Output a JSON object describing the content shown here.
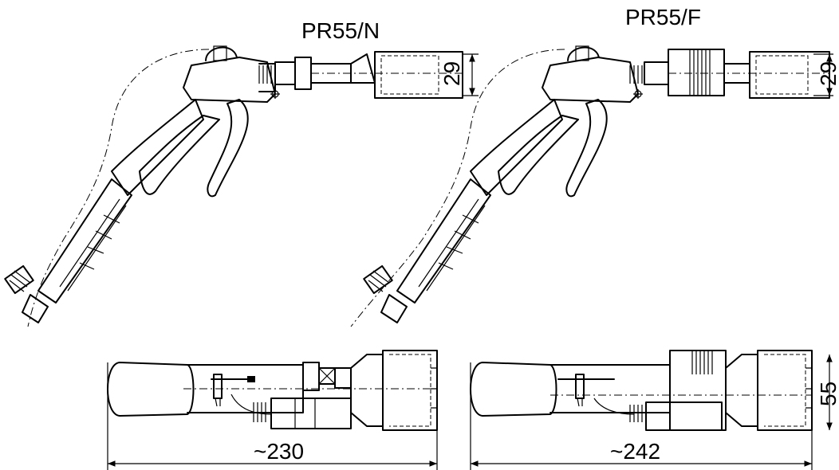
{
  "labels": {
    "model_n": "PR55/N",
    "model_f": "PR55/F"
  },
  "dimensions": {
    "nut_n": "29",
    "nut_f": "29",
    "length_n": "~230",
    "length_f": "~242",
    "height_f": "55"
  }
}
